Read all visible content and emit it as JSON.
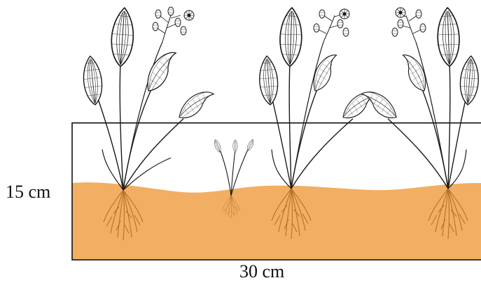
{
  "labels": {
    "height": "15 cm",
    "width": "30 cm"
  },
  "colors": {
    "substrate": "#f2ae62",
    "ink": "#1a1a1a",
    "root": "#b5732a",
    "container_outline": "#111111"
  },
  "plants": [
    {
      "name": "large-plant-left"
    },
    {
      "name": "small-seedling"
    },
    {
      "name": "large-plant-middle"
    },
    {
      "name": "large-plant-right"
    }
  ]
}
